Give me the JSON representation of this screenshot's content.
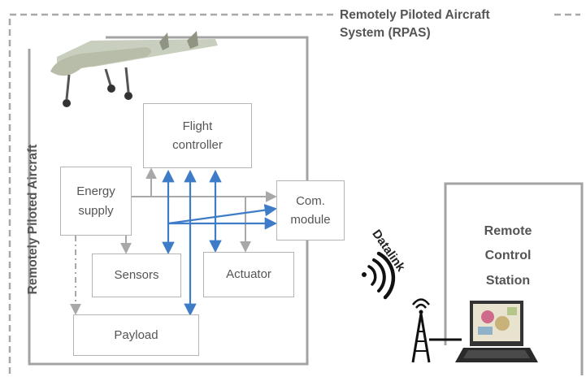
{
  "system_title_line1": "Remotely Piloted Aircraft",
  "system_title_line2": "System (RPAS)",
  "aircraft_title": "Remotely Piloted Aircraft",
  "blocks": {
    "flight_controller": [
      "Flight",
      "controller"
    ],
    "energy_supply": [
      "Energy",
      "supply"
    ],
    "com_module": [
      "Com.",
      "module"
    ],
    "sensors": "Sensors",
    "actuator": "Actuator",
    "payload": "Payload"
  },
  "datalink_label": "Datalink",
  "remote_station": [
    "Remote",
    "Control",
    "Station"
  ],
  "colors": {
    "frame_dash": "#a8a8a8",
    "frame": "#a3a3a3",
    "box_border": "#b5b5b5",
    "blue_arrow": "#3e7cc8",
    "gray_arrow": "#a8a8a8"
  },
  "icons": [
    "drone-icon",
    "signal-waves-icon",
    "antenna-tower-icon",
    "laptop-icon"
  ]
}
